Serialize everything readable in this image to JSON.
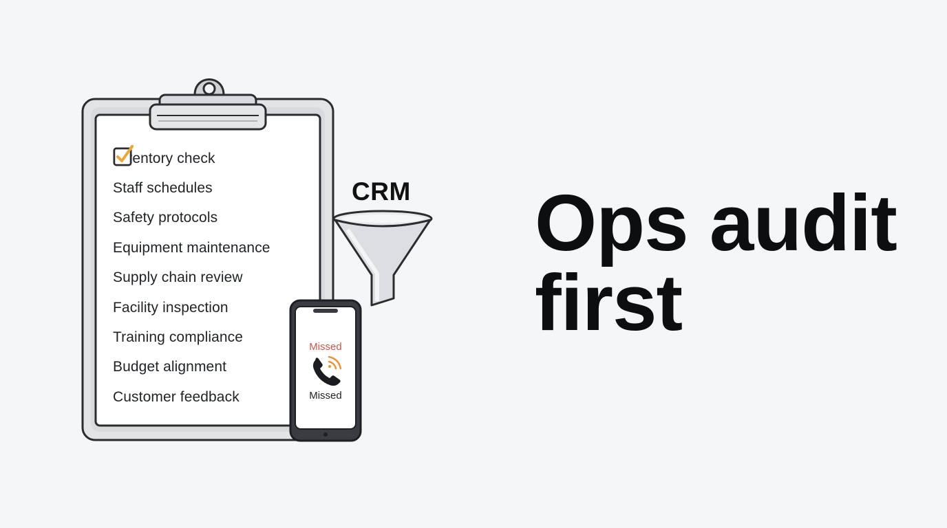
{
  "headline": {
    "line1": "Ops audit",
    "line2": "first"
  },
  "clipboard": {
    "items": [
      {
        "label": "Inventory check",
        "checked": true
      },
      {
        "label": "Staff schedules",
        "checked": true
      },
      {
        "label": "Safety protocols",
        "checked": true
      },
      {
        "label": "Equipment maintenance",
        "checked": true
      },
      {
        "label": "Supply chain review",
        "checked": true
      },
      {
        "label": "Facility inspection",
        "checked": true
      },
      {
        "label": "Training compliance",
        "checked": true
      },
      {
        "label": "Budget alignment",
        "checked": true
      },
      {
        "label": "Customer feedback",
        "checked": true
      }
    ]
  },
  "funnel": {
    "label": "CRM"
  },
  "phone": {
    "status_top": "Missed",
    "status_bottom": "Missed"
  },
  "icons": {
    "check": "checkmark-icon",
    "phone": "phone-ringing-icon",
    "funnel": "funnel-icon",
    "clipboard": "clipboard-icon"
  },
  "colors": {
    "background": "#f4f6f8",
    "check_accent": "#e8a93a",
    "missed_red": "#c35a4b",
    "ring_orange": "#e8963a",
    "headline": "#0d0e10"
  }
}
